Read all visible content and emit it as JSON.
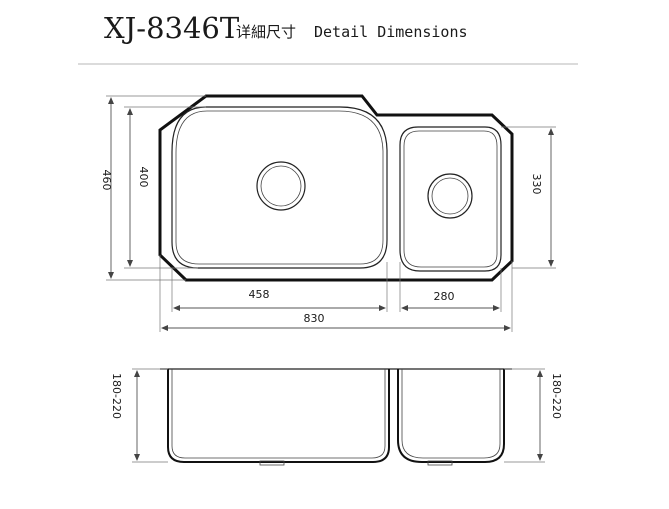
{
  "header": {
    "model": "XJ-8346T",
    "subtitle_cn": "详細尺寸",
    "subtitle_en": "Detail Dimensions"
  },
  "dimensions": {
    "overall_height": "460",
    "large_bowl_height": "400",
    "small_bowl_height": "330",
    "large_bowl_width": "458",
    "small_bowl_width": "280",
    "overall_width": "830",
    "large_bowl_depth": "180-220",
    "small_bowl_depth": "180-220"
  }
}
